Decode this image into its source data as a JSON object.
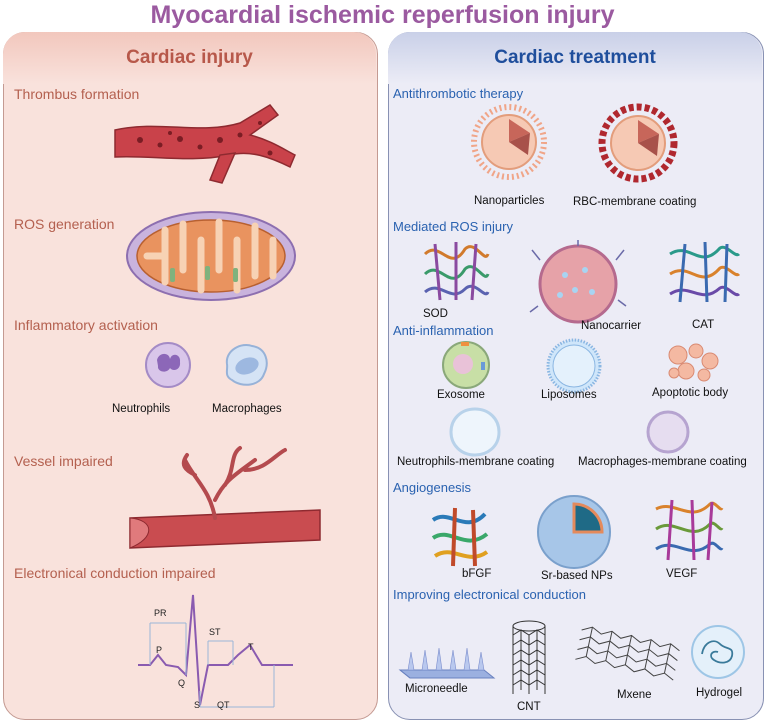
{
  "title": "Myocardial ischemic reperfusion injury",
  "left": {
    "header": "Cardiac injury",
    "sections": [
      "Thrombus formation",
      "ROS generation",
      "Inflammatory activation",
      "Vessel impaired",
      "Electronical conduction impaired"
    ],
    "cells": [
      "Neutrophils",
      "Macrophages"
    ],
    "ecg": {
      "pr": "PR",
      "st": "ST",
      "p": "P",
      "t": "T",
      "q": "Q",
      "s": "S",
      "qt": "QT"
    }
  },
  "right": {
    "header": "Cardiac treatment",
    "sections": [
      "Antithrombotic therapy",
      "Mediated ROS injury",
      "Anti-inflammation",
      "Angiogenesis",
      "Improving electronical conduction"
    ],
    "antithrombotic": [
      "Nanoparticles",
      "RBC-membrane coating"
    ],
    "ros": [
      "SOD",
      "Nanocarrier",
      "CAT"
    ],
    "inflammation": [
      "Exosome",
      "Liposomes",
      "Apoptotic body",
      "Neutrophils-membrane coating",
      "Macrophages-membrane coating"
    ],
    "angiogenesis": [
      "bFGF",
      "Sr-based NPs",
      "VEGF"
    ],
    "conduction": [
      "Microneedle",
      "CNT",
      "Mxene",
      "Hydrogel"
    ]
  }
}
